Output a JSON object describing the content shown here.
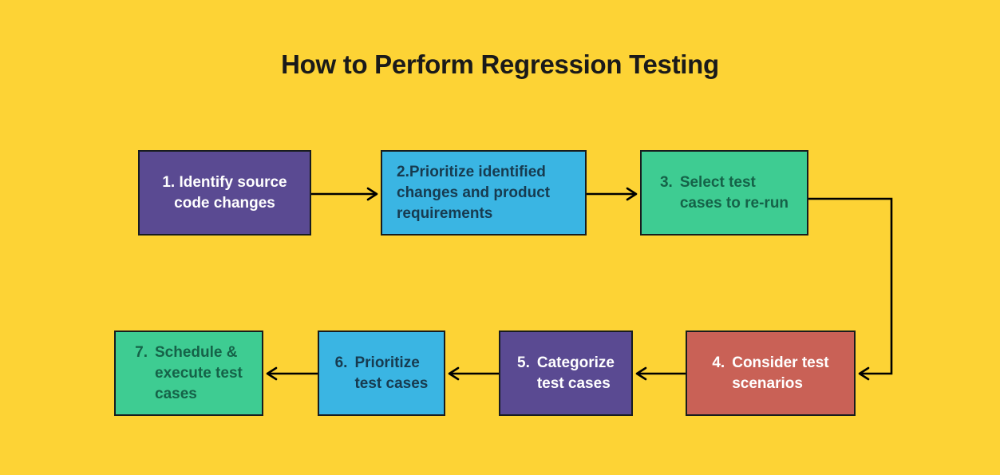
{
  "title": "How to Perform Regression Testing",
  "colors": {
    "background": "#FDD335",
    "purple": "#5A4A92",
    "blue": "#3AB5E3",
    "green": "#3ECC92",
    "red": "#C96156",
    "text_on_purple": "#FFFFFF",
    "text_on_blue": "#173B50",
    "text_on_green": "#156248",
    "text_on_red": "#FFFFFF",
    "box_border": "#181C1E",
    "arrow": "#000000",
    "title_color": "#1A1A1A"
  },
  "steps": [
    {
      "number": "1.",
      "text": "Identify source\ncode changes",
      "color": "purple"
    },
    {
      "number": "2.",
      "text": "Prioritize identified\nchanges and product\nrequirements",
      "color": "blue"
    },
    {
      "number": "3.",
      "text": "Select test\ncases to re-run",
      "color": "green"
    },
    {
      "number": "4.",
      "text": "Consider test\nscenarios",
      "color": "red"
    },
    {
      "number": "5.",
      "text": "Categorize\ntest cases",
      "color": "purple"
    },
    {
      "number": "6.",
      "text": "Prioritize\ntest cases",
      "color": "blue"
    },
    {
      "number": "7.",
      "text": "Schedule &\nexecute test\ncases",
      "color": "green"
    }
  ]
}
